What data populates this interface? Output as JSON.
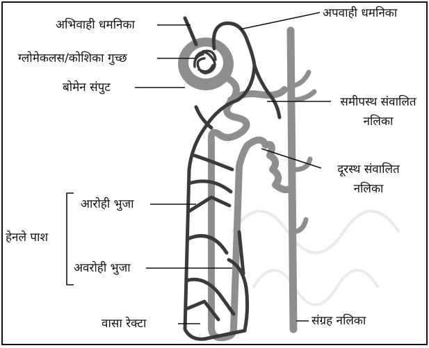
{
  "labels": {
    "afferent": "अभिवाही धमनिका",
    "efferent": "अपवाही धमनिका",
    "glomerulus": "ग्लोमेकलस/कोशिका गुच्छ",
    "bowman": "बोमेन संपुट",
    "pct_line1": "समीपस्थ संवालित",
    "pct_line2": "नलिका",
    "dct_line1": "दूरस्थ संवालित",
    "dct_line2": "नलिका",
    "ascending": "आरोही भुजा",
    "descending": "अवरोही भुजा",
    "henle": "हेनले पाश",
    "vasa_recta": "वासा रेक्टा",
    "collecting": "संग्रह नलिका"
  },
  "colors": {
    "tubule": "#8e8e8e",
    "vessel": "#3a3a3a",
    "leader": "#111111"
  }
}
